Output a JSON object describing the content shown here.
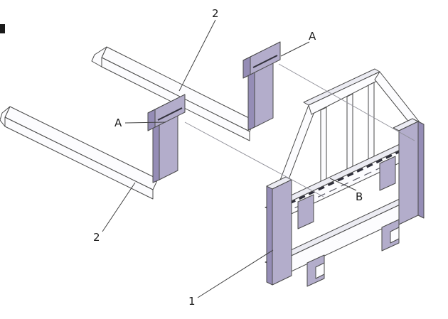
{
  "drawing": {
    "background": "#ffffff",
    "line_color": "#4a4a4a",
    "accent_color": "#b3adcb",
    "accent_dark_color": "#958db6",
    "labels": {
      "top_fork": "2",
      "bottom_fork": "2",
      "top_bracket": "A",
      "bottom_bracket": "A",
      "hanger_bar": "B",
      "frame": "1"
    }
  }
}
